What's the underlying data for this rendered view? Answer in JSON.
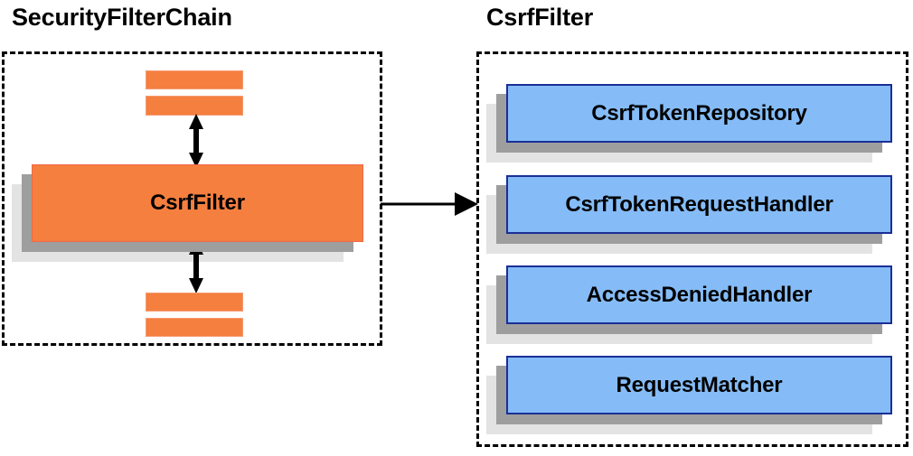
{
  "diagram": {
    "type": "architecture-block-diagram",
    "background": "#ffffff",
    "groups": [
      {
        "id": "security-filter-chain",
        "title": "SecurityFilterChain",
        "nodes": [
          {
            "id": "strip-top-1",
            "label": "",
            "color": "#f57f3f"
          },
          {
            "id": "strip-top-2",
            "label": "",
            "color": "#f57f3f"
          },
          {
            "id": "csrf-filter",
            "label": "CsrfFilter",
            "color": "#f57f3f"
          },
          {
            "id": "strip-bottom-1",
            "label": "",
            "color": "#f57f3f"
          },
          {
            "id": "strip-bottom-2",
            "label": "",
            "color": "#f57f3f"
          }
        ]
      },
      {
        "id": "csrf-filter-detail",
        "title": "CsrfFilter",
        "nodes": [
          {
            "id": "csrf-token-repository",
            "label": "CsrfTokenRepository",
            "color": "#85bcf7"
          },
          {
            "id": "csrf-token-request-handler",
            "label": "CsrfTokenRequestHandler",
            "color": "#85bcf7"
          },
          {
            "id": "access-denied-handler",
            "label": "AccessDeniedHandler",
            "color": "#85bcf7"
          },
          {
            "id": "request-matcher",
            "label": "RequestMatcher",
            "color": "#85bcf7"
          }
        ]
      }
    ],
    "connectors": [
      {
        "id": "chain-up",
        "kind": "double-arrow-vertical",
        "from": "csrf-filter",
        "to": "strip-top-2"
      },
      {
        "id": "chain-down",
        "kind": "double-arrow-vertical",
        "from": "csrf-filter",
        "to": "strip-bottom-1"
      },
      {
        "id": "expand",
        "kind": "single-arrow-horizontal",
        "from": "security-filter-chain",
        "to": "csrf-filter-detail"
      }
    ],
    "colors": {
      "orange_fill": "#f57f3f",
      "orange_border": "#f0674a",
      "blue_fill": "#85bcf7",
      "blue_border": "#1b2f96",
      "shadow_near": "#9e9e9e",
      "shadow_far": "#e3e3e3",
      "outline": "#000000"
    }
  }
}
